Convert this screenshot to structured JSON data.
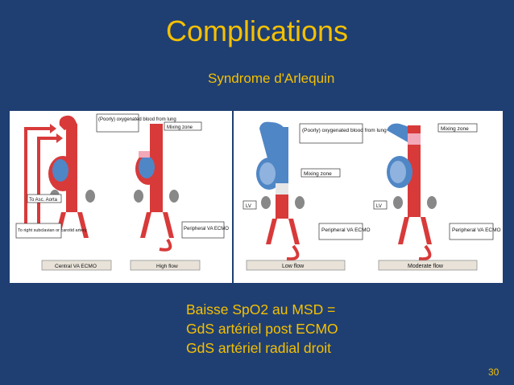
{
  "slide": {
    "title": "Complications",
    "subtitle": "Syndrome d'Arlequin",
    "bullets": [
      "Baisse SpO2 au MSD =",
      "GdS artériel post ECMO",
      "GdS artériel radial droit"
    ],
    "page_number": "30"
  },
  "figure": {
    "left_panel": {
      "label_oxygenated": "(Poorly) oxygenated blood from lung",
      "label_mixing_zone": "Mixing zone",
      "label_to_asc_aorta": "To Asc. Aorta",
      "label_to_right_subclavian": "To right subclavian or carotid artery",
      "label_peripheral_va_ecmo": "Peripheral VA ECMO",
      "label_central_va_ecmo": "Central VA ECMO",
      "label_high_flow": "High flow"
    },
    "right_panel": {
      "label_oxygenated": "(Poorly) oxygenated blood from lung",
      "label_mixing_zone_top": "Mixing zone",
      "label_mixing_zone_mid": "Mixing zone",
      "label_lv_1": "LV",
      "label_lv_2": "LV",
      "label_peripheral_va_ecmo_1": "Peripheral VA ECMO",
      "label_peripheral_va_ecmo_2": "Peripheral VA ECMO",
      "label_low_flow": "Low flow",
      "label_moderate_flow": "Moderate flow"
    },
    "colors": {
      "background": "#1f3f73",
      "accent_text": "#f5c000",
      "oxygenated_red": "#d83a3a",
      "deoxygenated_blue": "#4f86c6",
      "mixing_pink": "#f2a8b8"
    }
  }
}
